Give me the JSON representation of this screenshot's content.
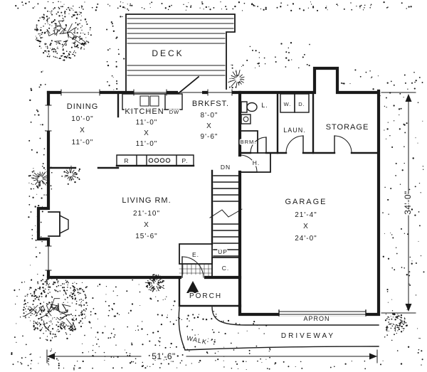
{
  "colors": {
    "ink": "#1a1a1a",
    "paper": "#ffffff"
  },
  "rooms": {
    "deck": {
      "label": "DECK"
    },
    "dining": {
      "label": "DINING",
      "width": "10'-0\"",
      "by": "X",
      "depth": "11'-0\""
    },
    "kitchen": {
      "label": "KITCHEN",
      "width": "11'-0\"",
      "by": "X",
      "depth": "11'-0\"",
      "dishwasher": "DW",
      "range": "R",
      "pantry": "P."
    },
    "breakfast": {
      "label": "BRKFST.",
      "width": "8'-0\"",
      "by": "X",
      "depth": "9'-6\""
    },
    "lavatory": {
      "label": "L.",
      "broom": "BRM."
    },
    "laundry": {
      "label": "LAUN.",
      "washer": "W.",
      "dryer": "D."
    },
    "storage": {
      "label": "STORAGE"
    },
    "heater_closet": {
      "label": "H."
    },
    "living": {
      "label": "LIVING RM.",
      "width": "21'-10\"",
      "by": "X",
      "depth": "15'-6\""
    },
    "garage": {
      "label": "GARAGE",
      "width": "21'-4\"",
      "by": "X",
      "depth": "24'-0\""
    },
    "entry_closet": {
      "label": "E."
    },
    "coat_closet": {
      "label": "C."
    },
    "porch": {
      "label": "PORCH"
    }
  },
  "stairs": {
    "down": "DN",
    "up": "UP"
  },
  "site": {
    "apron": "APRON",
    "driveway": "DRIVEWAY",
    "walk": "WALK"
  },
  "dimensions": {
    "overall_width": "51'-6\"",
    "overall_depth": "34'-0\""
  }
}
